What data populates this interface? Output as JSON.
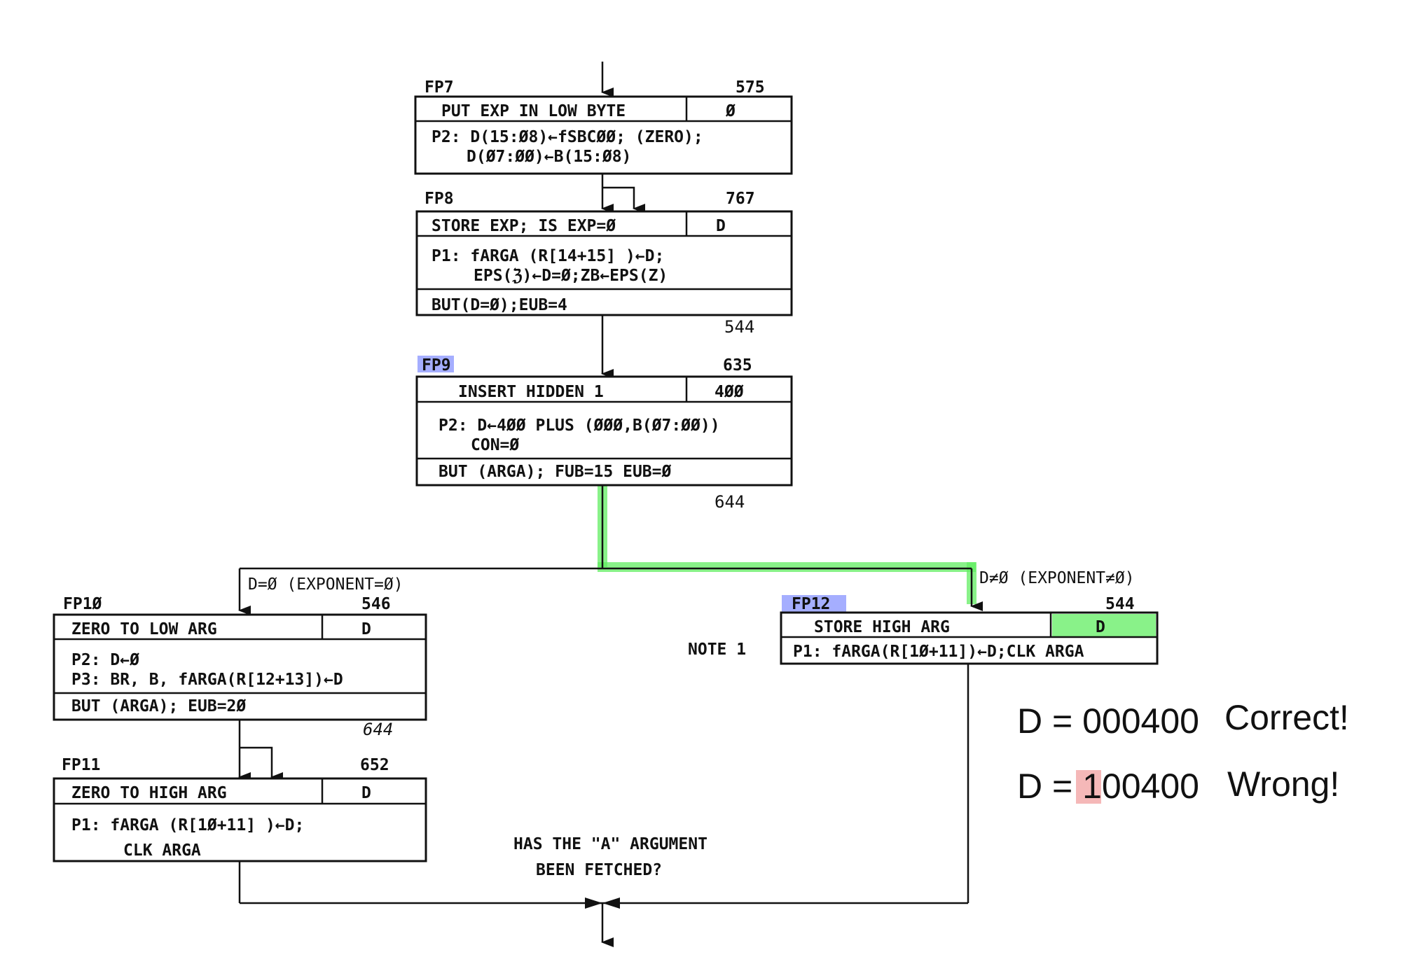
{
  "colors": {
    "path_highlight": "#62ee62",
    "label_highlight": "#7f8bff",
    "error_highlight": "#f2a6a6"
  },
  "fp7": {
    "label": "FP7",
    "address": "575",
    "title": "PUT EXP IN LOW BYTE",
    "code": "Ø",
    "line1": "P2: D(15:Ø8)←fSBCØØ; (ZERO);",
    "line2": "D(Ø7:ØØ)←B(15:Ø8)"
  },
  "fp8": {
    "label": "FP8",
    "address": "767",
    "title": "STORE EXP; IS EXP=Ø",
    "code": "D",
    "line1": "P1: fARGA (R[14+15] )←D;",
    "line2": "EPS(ℨ)←D=Ø;ZB←EPS(Z)",
    "branch": "BUT(D=Ø);EUB=4",
    "next_address": "544"
  },
  "fp9": {
    "label": "FP9",
    "address": "635",
    "title": "INSERT HIDDEN 1",
    "code": "4ØØ",
    "line1": "P2: D←4ØØ PLUS (ØØØ,B(Ø7:ØØ))",
    "line2": "CON=Ø",
    "branch": "BUT (ARGA); FUB=15 EUB=Ø",
    "next_address": "644"
  },
  "branch_labels": {
    "left": "D=Ø (EXPONENT=Ø)",
    "right": "D≠Ø (EXPONENT≠Ø)"
  },
  "fp10": {
    "label": "FP1Ø",
    "address": "546",
    "title": "ZERO TO LOW ARG",
    "code": "D",
    "line1": "P2: D←Ø",
    "line2": "P3: BR, B, fARGA(R[12+13])←D",
    "branch": "BUT (ARGA); EUB=2Ø",
    "next_address": "644"
  },
  "fp11": {
    "label": "FP11",
    "address": "652",
    "title": "ZERO TO HIGH ARG",
    "code": "D",
    "line1": "P1: fARGA (R[1Ø+11] )←D;",
    "line2": "CLK ARGA"
  },
  "fp12": {
    "label": "FP12",
    "address": "544",
    "title": "STORE HIGH ARG",
    "code": "D",
    "line1": "P1: fARGA(R[1Ø+11])←D;CLK ARGA"
  },
  "note": "NOTE 1",
  "question": {
    "line1": "HAS THE \"A\" ARGUMENT",
    "line2": "BEEN FETCHED?"
  },
  "annotations": {
    "correct_value": "D = 000400",
    "correct_label": "Correct!",
    "wrong_prefix": "D = ",
    "wrong_digit": "1",
    "wrong_rest": "00400",
    "wrong_label": "Wrong!"
  }
}
